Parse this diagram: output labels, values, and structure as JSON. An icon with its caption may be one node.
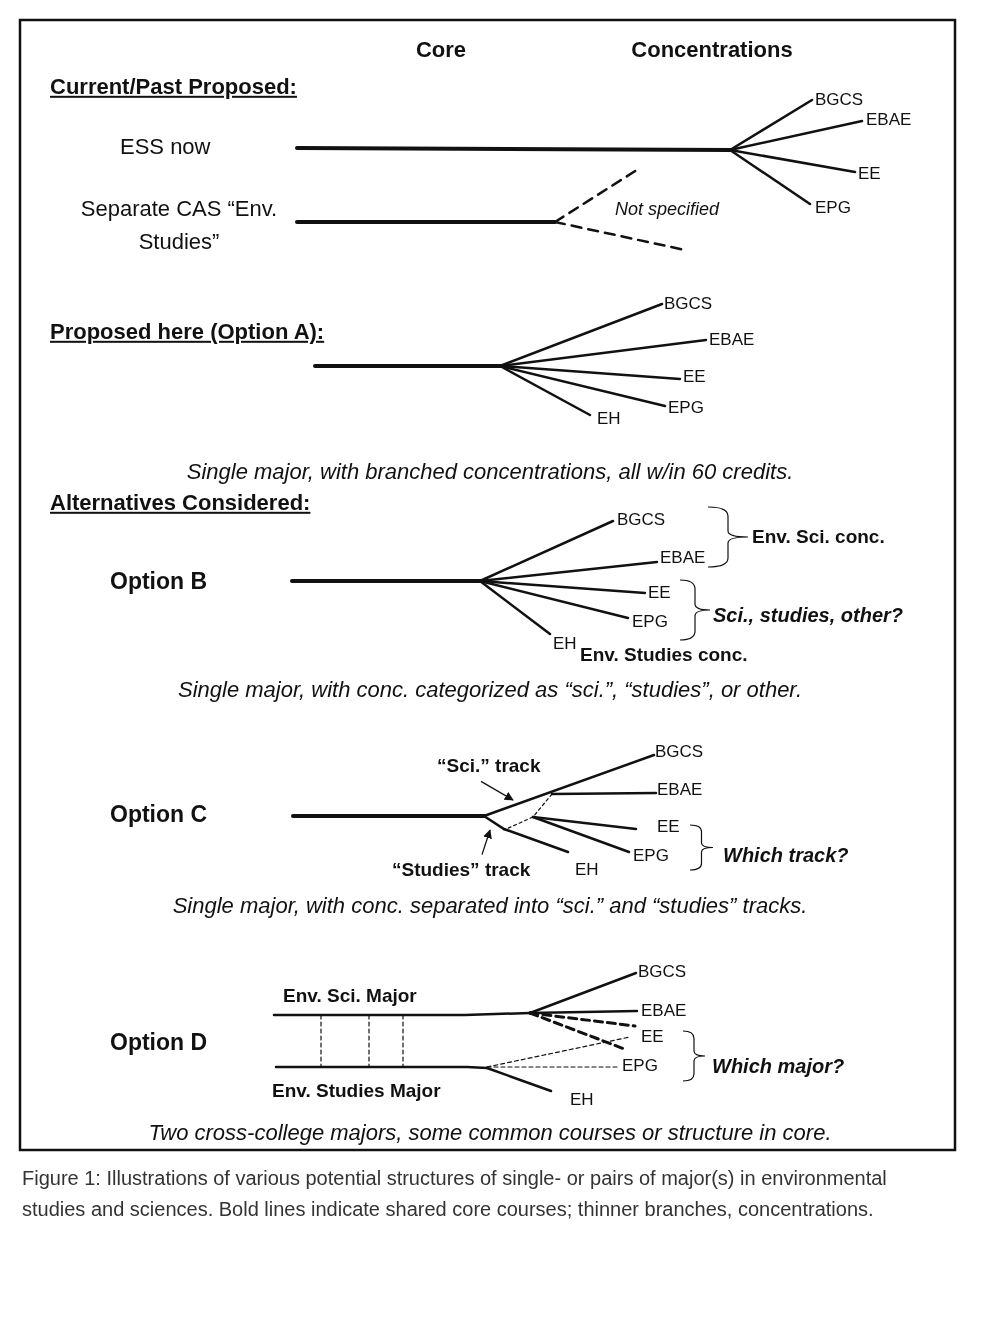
{
  "diagram": {
    "caption": "Figure 1: Illustrations of various potential structures of single- or pairs of major(s) in environmental studies and sciences. Bold lines indicate shared core courses; thinner branches, concentrations.",
    "nodes": [
      {
        "text": [
          "“Sci.” track"
        ]
      },
      {
        "text": [
          "“Studies” track"
        ]
      }
    ],
    "edges": [
      {
        "from": 0,
        "to": null,
        "arrow": "to"
      },
      {
        "from": 1,
        "to": null,
        "arrow": "to"
      }
    ],
    "labels": [
      "Core",
      "Concentrations",
      "Current/Past Proposed:",
      "BGCS",
      "EBAE",
      "ESS now",
      "EE",
      "Separate CAS “Env. Studies”",
      "Not specified",
      "EPG",
      "Proposed here (Option A):",
      "BGCS",
      "EBAE",
      "EE",
      "EPG",
      "EH",
      "Single major, with branched concentrations, all w/in 60 credits.",
      "Alternatives Considered:",
      "BGCS",
      "Env. Sci. conc.",
      "EBAE",
      "Option B",
      "EE",
      "Sci., studies, other?",
      "EPG",
      "EH",
      "Env. Studies conc.",
      "Single major, with conc. categorized as “sci.”, “studies”, or other.",
      "BGCS",
      "EBAE",
      "Option C",
      "EE",
      "EPG",
      "Which track?",
      "EH",
      "Single major, with conc. separated into “sci.” and “studies” tracks.",
      "BGCS",
      "Env. Sci. Major",
      "EBAE",
      "Option D",
      "EE",
      "EPG",
      "Which major?",
      "Env. Studies Major",
      "EH",
      "Two cross-college majors, some common courses or structure in core."
    ]
  }
}
